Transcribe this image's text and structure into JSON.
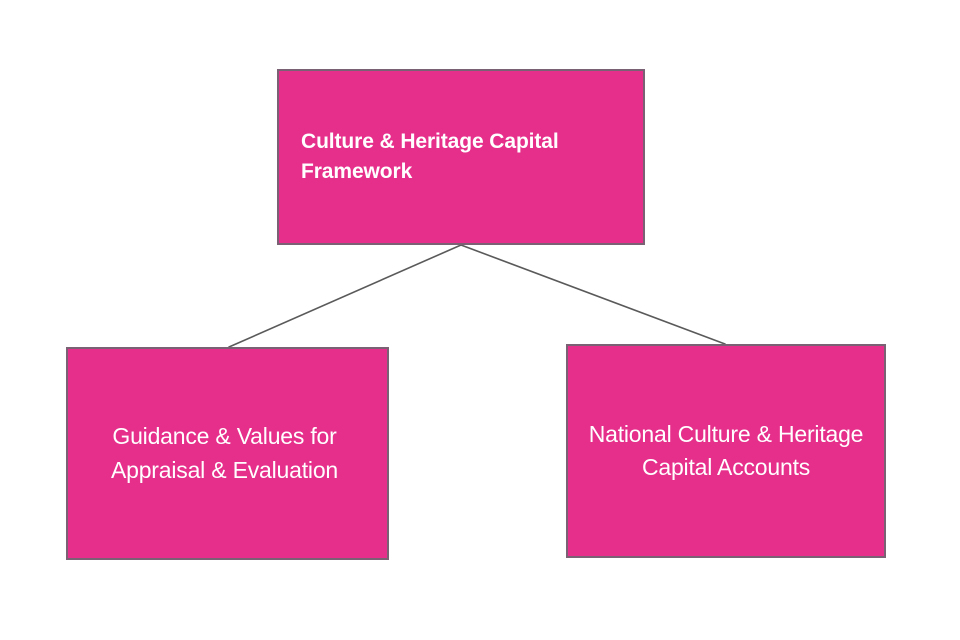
{
  "diagram": {
    "type": "hierarchy-tree",
    "background_color": "#ffffff",
    "node_fill_color": "#e62e8b",
    "node_border_color": "#7a6274",
    "node_text_color": "#ffffff",
    "connector_color": "#5a5a5a",
    "root": {
      "id": "root",
      "label": "Culture & Heritage Capital Framework",
      "emphasis": "bold"
    },
    "children": [
      {
        "id": "guidance",
        "label": "Guidance & Values for Appraisal & Evaluation",
        "emphasis": "regular"
      },
      {
        "id": "accounts",
        "label": "National Culture & Heritage Capital Accounts",
        "emphasis": "regular"
      }
    ],
    "connectors": [
      {
        "id": "root-to-guidance",
        "from": "root",
        "to": "guidance"
      },
      {
        "id": "root-to-accounts",
        "from": "root",
        "to": "accounts"
      }
    ]
  }
}
